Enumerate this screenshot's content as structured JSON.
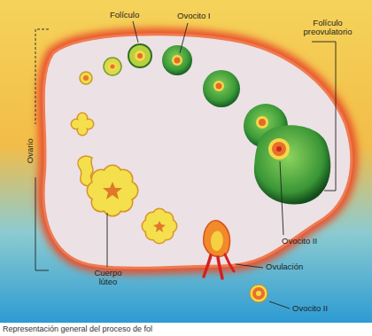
{
  "diagram": {
    "caption": "Representación general del proceso de fol",
    "labels": [
      "Folículo",
      "Ovocito I",
      "Folículo preovulatorio",
      "Ovario",
      "Ovocito II",
      "Ovulación",
      "Cuerpo lúteo",
      "Ovocito II"
    ]
  }
}
